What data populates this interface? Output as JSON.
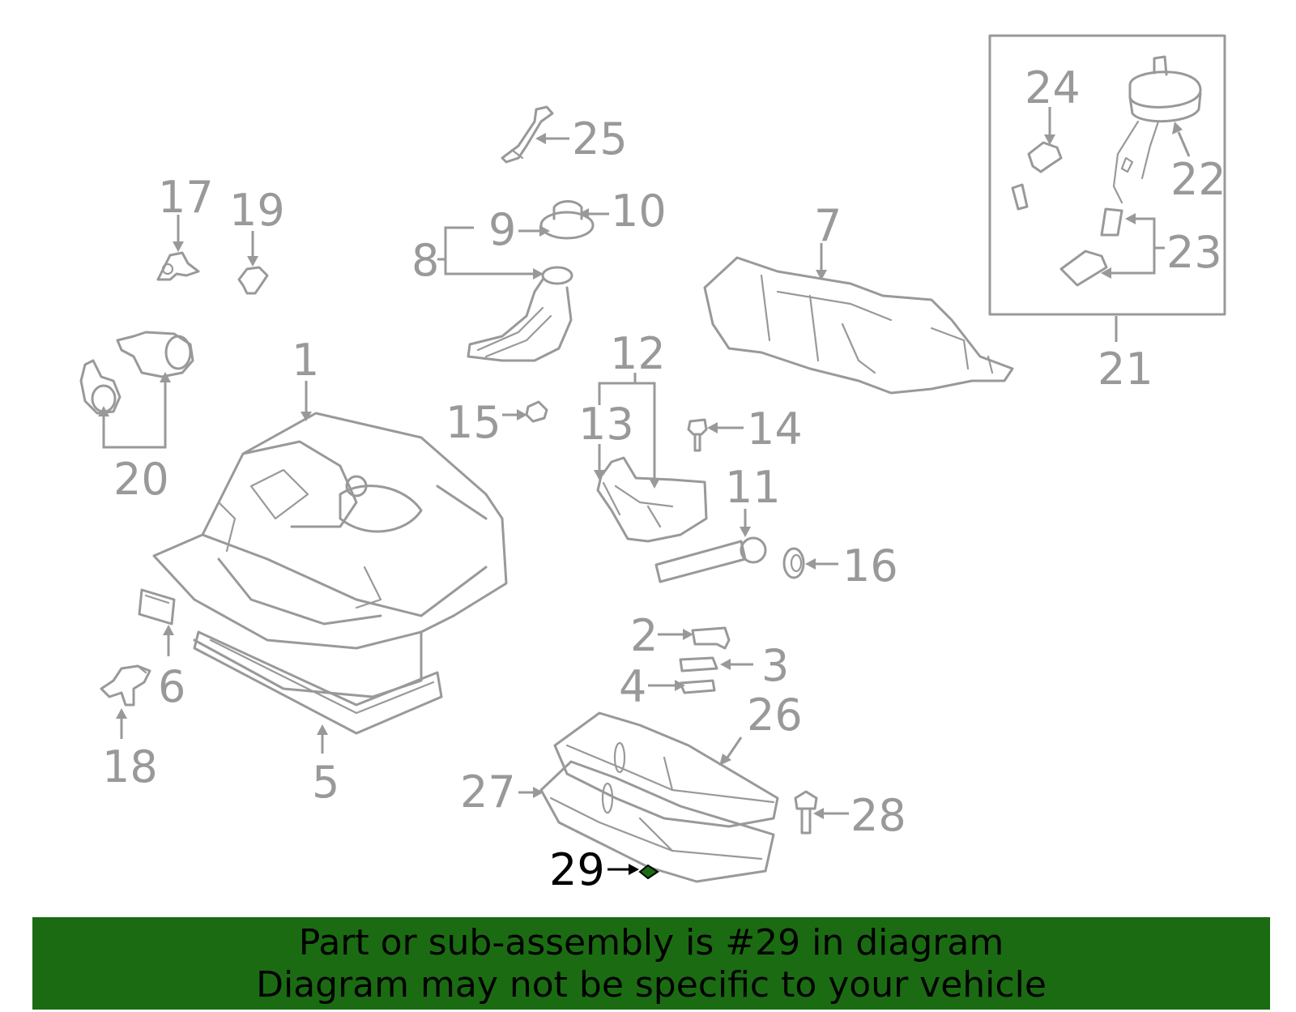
{
  "diagram": {
    "callouts": [
      "1",
      "2",
      "3",
      "4",
      "5",
      "6",
      "7",
      "8",
      "9",
      "10",
      "11",
      "12",
      "13",
      "14",
      "15",
      "16",
      "17",
      "18",
      "19",
      "20",
      "21",
      "22",
      "23",
      "24",
      "25",
      "26",
      "27",
      "28",
      "29"
    ],
    "highlighted_callout": "29",
    "highlight_color": "#1b6b12"
  },
  "banner": {
    "line1": "Part or sub-assembly is #29 in diagram",
    "line2": "Diagram may not be specific to your vehicle",
    "background": "#1b6b12"
  }
}
